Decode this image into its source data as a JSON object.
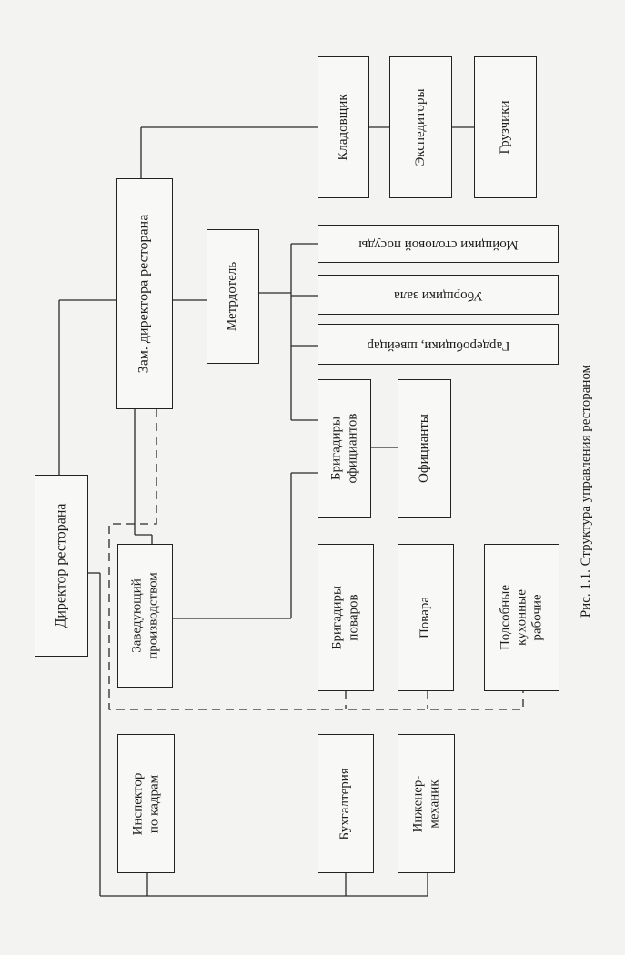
{
  "nodes": {
    "director": {
      "lines": [
        "Директор ресторана"
      ]
    },
    "deputy": {
      "lines": [
        "Зам. директора ресторана"
      ]
    },
    "storekeeper": {
      "lines": [
        "Кладовщик"
      ]
    },
    "forwarders": {
      "lines": [
        "Экспедиторы"
      ]
    },
    "loaders": {
      "lines": [
        "Грузчики"
      ]
    },
    "maitre": {
      "lines": [
        "Метрдотель"
      ]
    },
    "dishwashers": {
      "lines": [
        "Мойщики столовой посуды"
      ]
    },
    "cleaners": {
      "lines": [
        "Уборщики зала"
      ]
    },
    "cloakroom": {
      "lines": [
        "Гардеробщики, швейцар"
      ]
    },
    "waiter_leads": {
      "lines": [
        "Бригадиры",
        "официантов"
      ]
    },
    "waiters": {
      "lines": [
        "Официанты"
      ]
    },
    "production_head": {
      "lines": [
        "Заведующий",
        "производством"
      ]
    },
    "cook_leads": {
      "lines": [
        "Бригадиры",
        "поваров"
      ]
    },
    "cooks": {
      "lines": [
        "Повара"
      ]
    },
    "kitchen_helpers": {
      "lines": [
        "Подсобные",
        "кухонные",
        "рабочие"
      ]
    },
    "hr_inspector": {
      "lines": [
        "Инспектор",
        "по кадрам"
      ]
    },
    "accounting": {
      "lines": [
        "Бухгалтерия"
      ]
    },
    "engineer": {
      "lines": [
        "Инженер-",
        "механик"
      ]
    }
  },
  "caption": "Рис. 1.1. Структура управления рестораном"
}
